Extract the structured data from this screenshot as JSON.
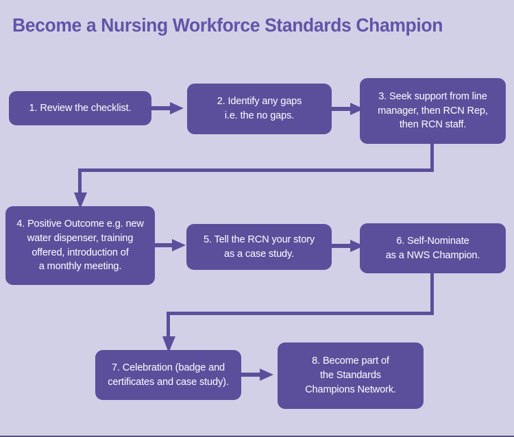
{
  "title": "Become a Nursing Workforce Standards Champion",
  "colors": {
    "background": "#d2d0e6",
    "node_fill": "#5b4f9c",
    "node_text": "#ffffff",
    "title_text": "#6154a8",
    "connector": "#5b4f9c"
  },
  "nodes": [
    {
      "id": 1,
      "number": "1.",
      "text": "1. Review the checklist."
    },
    {
      "id": 2,
      "number": "2.",
      "text": "2. Identify any gaps\ni.e. the no gaps."
    },
    {
      "id": 3,
      "number": "3.",
      "text": "3. Seek support from line\nmanager, then RCN Rep,\nthen RCN staff."
    },
    {
      "id": 4,
      "number": "4.",
      "text": "4. Positive Outcome e.g. new\nwater dispenser, training\noffered, introduction of\na monthly meeting."
    },
    {
      "id": 5,
      "number": "5.",
      "text": "5. Tell the RCN your story\nas a case study."
    },
    {
      "id": 6,
      "number": "6.",
      "text": "6. Self-Nominate\nas a NWS Champion."
    },
    {
      "id": 7,
      "number": "7.",
      "text": "7. Celebration (badge and\ncertificates and case study)."
    },
    {
      "id": 8,
      "number": "8.",
      "text": "8. Become part of\nthe Standards\nChampions Network."
    }
  ],
  "connectors": [
    {
      "name": "arrow-1-to-2",
      "from": 1,
      "to": 2,
      "kind": "straight-right"
    },
    {
      "name": "arrow-2-to-3",
      "from": 2,
      "to": 3,
      "kind": "straight-right"
    },
    {
      "name": "arrow-3-to-4",
      "from": 3,
      "to": 4,
      "kind": "elbow-down-left-down"
    },
    {
      "name": "arrow-4-to-5",
      "from": 4,
      "to": 5,
      "kind": "straight-right"
    },
    {
      "name": "arrow-5-to-6",
      "from": 5,
      "to": 6,
      "kind": "straight-right"
    },
    {
      "name": "arrow-6-to-7",
      "from": 6,
      "to": 7,
      "kind": "elbow-down-left-down"
    },
    {
      "name": "arrow-7-to-8",
      "from": 7,
      "to": 8,
      "kind": "straight-right"
    }
  ]
}
